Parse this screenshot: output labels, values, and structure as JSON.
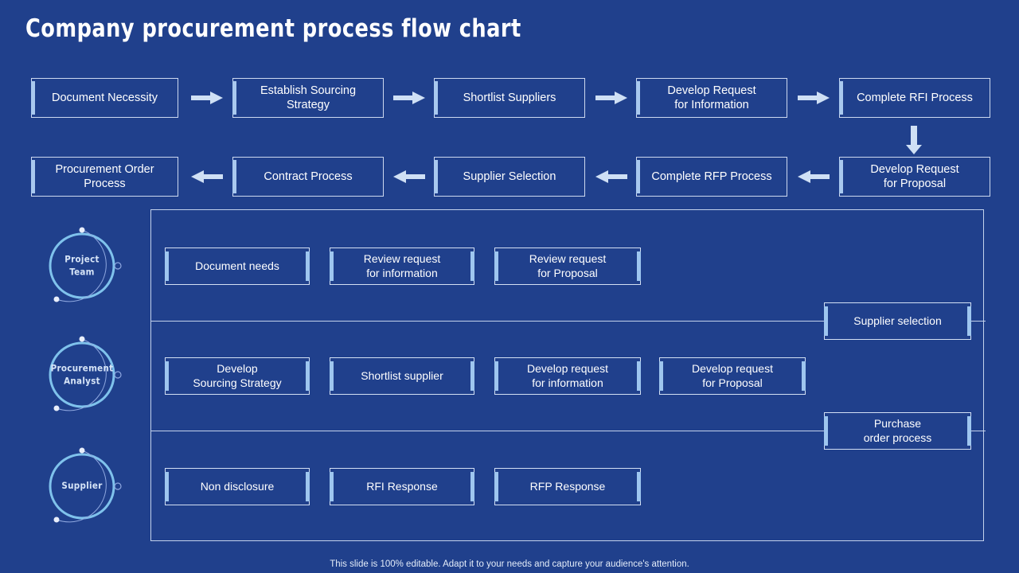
{
  "slide": {
    "title": "Company procurement process flow chart",
    "footer": "This slide is 100% editable. Adapt it to your needs and capture your audience's attention.",
    "background_color": "#20408c",
    "accent_color": "#9ec6ef",
    "border_color": "#d3e0f4",
    "text_color": "#ffffff"
  },
  "top_flow": {
    "row1": [
      {
        "label": "Document Necessity"
      },
      {
        "label": "Establish Sourcing\nStrategy"
      },
      {
        "label": "Shortlist Suppliers"
      },
      {
        "label": "Develop Request\nfor Information"
      },
      {
        "label": "Complete RFI Process"
      }
    ],
    "row2": [
      {
        "label": "Procurement Order\nProcess"
      },
      {
        "label": "Contract Process"
      },
      {
        "label": "Supplier Selection"
      },
      {
        "label": "Complete RFP Process"
      },
      {
        "label": "Develop Request\nfor Proposal"
      }
    ],
    "connectors": {
      "row1_direction": "right-arrow",
      "row2_direction": "left-arrow",
      "wrap_direction": "down-arrow"
    }
  },
  "swimlanes": [
    {
      "role": "Project\nTeam",
      "tasks": [
        {
          "label": "Document needs"
        },
        {
          "label": "Review request\nfor information"
        },
        {
          "label": "Review request\nfor Proposal"
        }
      ]
    },
    {
      "role": "Procurement\nAnalyst",
      "tasks": [
        {
          "label": "Develop\nSourcing Strategy"
        },
        {
          "label": "Shortlist supplier"
        },
        {
          "label": "Develop request\nfor information"
        },
        {
          "label": "Develop request\nfor Proposal"
        }
      ]
    },
    {
      "role": "Supplier",
      "tasks": [
        {
          "label": "Non disclosure"
        },
        {
          "label": "RFI Response"
        },
        {
          "label": "RFP Response"
        }
      ]
    }
  ],
  "side_boxes": [
    {
      "label": "Supplier selection"
    },
    {
      "label": "Purchase\norder process"
    }
  ]
}
